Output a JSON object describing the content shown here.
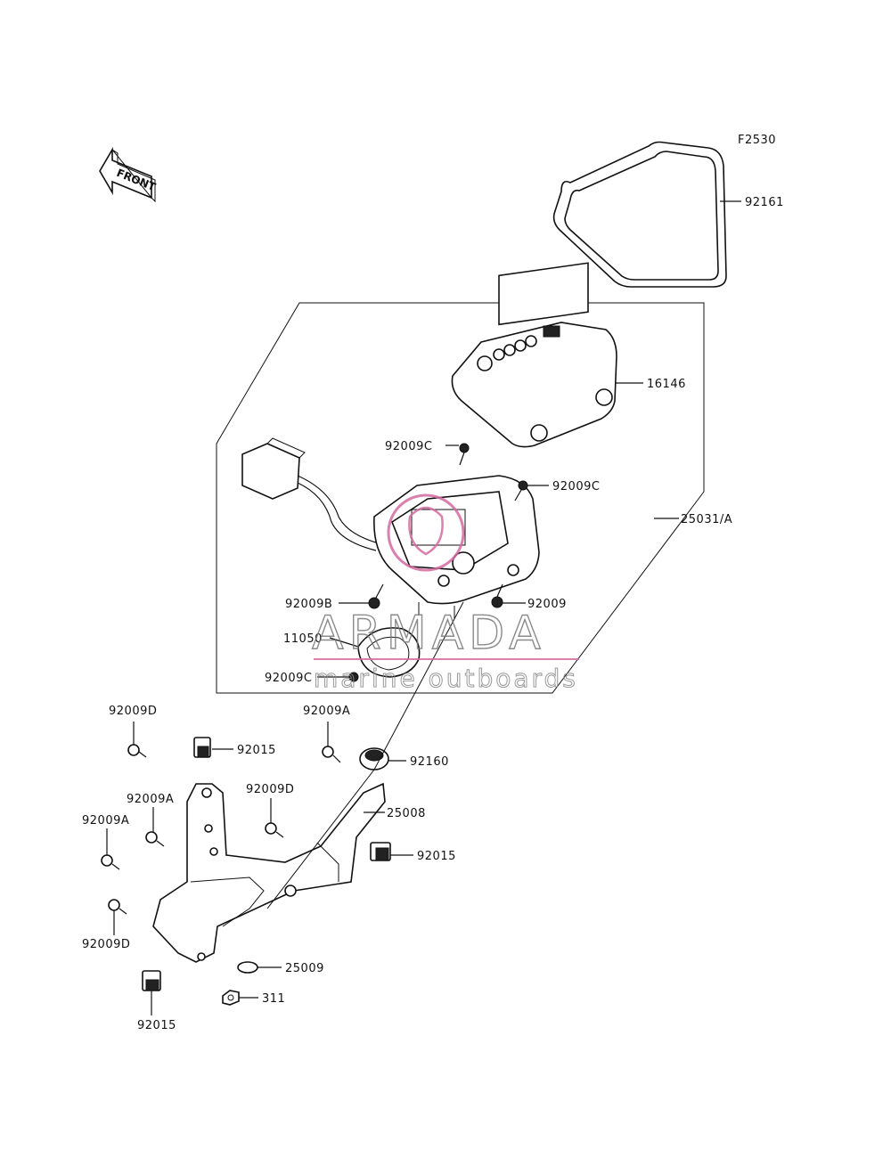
{
  "figure_code": "F2530",
  "front_label": "FRONT",
  "watermark": {
    "brand": "ARMADA",
    "tagline": "marine outboards"
  },
  "callouts": [
    "92161",
    "16146",
    "25031/A",
    "92009C",
    "92009C",
    "92009B",
    "92009",
    "11050",
    "92009C",
    "92009D",
    "92015",
    "92009A",
    "92160",
    "92009A",
    "92009D",
    "25008",
    "92009A",
    "92015",
    "92009D",
    "25009",
    "311",
    "92015"
  ]
}
